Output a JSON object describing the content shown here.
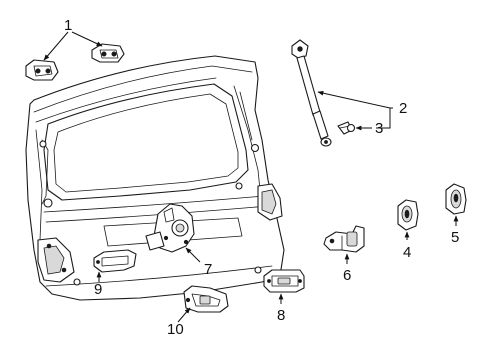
{
  "diagram": {
    "callouts": [
      {
        "id": "c1",
        "text": "1"
      },
      {
        "id": "c2",
        "text": "2"
      },
      {
        "id": "c3",
        "text": "3"
      },
      {
        "id": "c4",
        "text": "4"
      },
      {
        "id": "c5",
        "text": "5"
      },
      {
        "id": "c6",
        "text": "6"
      },
      {
        "id": "c7",
        "text": "7"
      },
      {
        "id": "c8",
        "text": "8"
      },
      {
        "id": "c9",
        "text": "9"
      },
      {
        "id": "c10",
        "text": "10"
      }
    ],
    "colors": {
      "line": "#1a1a1a",
      "background": "#ffffff"
    }
  }
}
